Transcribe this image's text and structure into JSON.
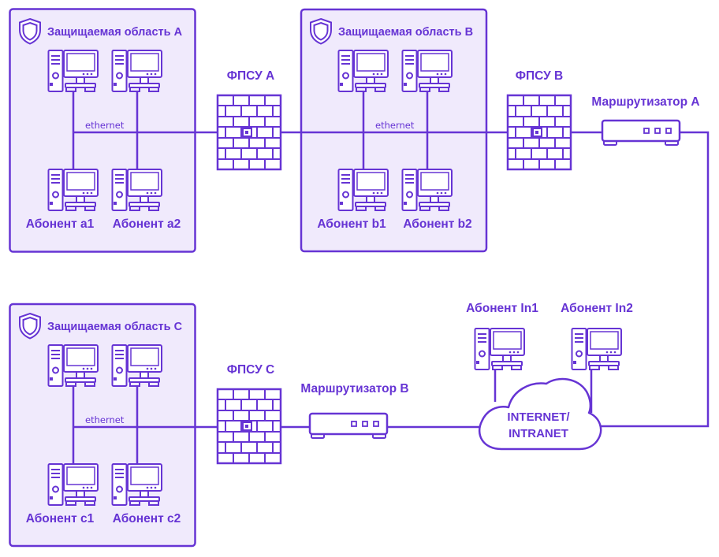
{
  "colors": {
    "accent": "#6634d4",
    "zone_fill": "#f0eafc",
    "device_fill": "#ffffff"
  },
  "zones": [
    {
      "title": "Защищаемая область A",
      "icon": "shield-icon"
    },
    {
      "title": "Защищаемая область B",
      "icon": "shield-icon"
    },
    {
      "title": "Защищаемая область C",
      "icon": "shield-icon"
    }
  ],
  "ethernet_labels": [
    "ethernet",
    "ethernet",
    "ethernet"
  ],
  "subscribers": {
    "a1": "Абонент a1",
    "a2": "Абонент a2",
    "b1": "Абонент b1",
    "b2": "Абонент b2",
    "c1": "Абонент c1",
    "c2": "Абонент c2",
    "in1": "Абонент In1",
    "in2": "Абонент In2"
  },
  "firewalls": {
    "a": "ФПСУ A",
    "b": "ФПСУ B",
    "c": "ФПСУ C"
  },
  "routers": {
    "a": "Маршрутизатор A",
    "b": "Маршрутизатор B"
  },
  "cloud": {
    "line1": "INTERNET/",
    "line2": "INTRANET"
  }
}
